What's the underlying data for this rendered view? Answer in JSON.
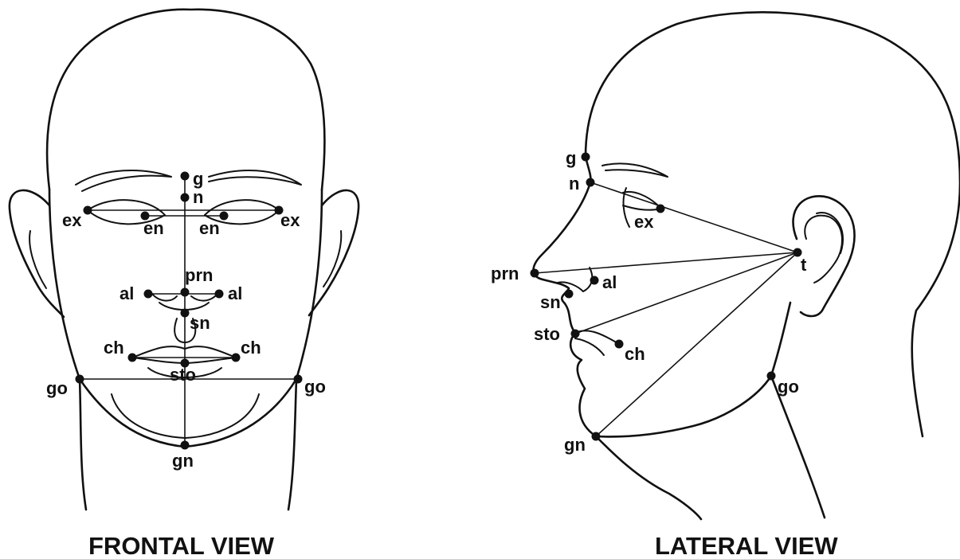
{
  "frontal": {
    "title": "FRONTAL VIEW",
    "landmarks": {
      "g": "g",
      "n": "n",
      "ex_r": "ex",
      "en_r": "en",
      "en_l": "en",
      "ex_l": "ex",
      "prn": "prn",
      "al_r": "al",
      "al_l": "al",
      "sn": "sn",
      "ch_r": "ch",
      "ch_l": "ch",
      "sto": "sto",
      "go_r": "go",
      "go_l": "go",
      "gn": "gn"
    }
  },
  "lateral": {
    "title": "LATERAL VIEW",
    "landmarks": {
      "g": "g",
      "n": "n",
      "ex": "ex",
      "t": "t",
      "prn": "prn",
      "al": "al",
      "sn": "sn",
      "sto": "sto",
      "ch": "ch",
      "go": "go",
      "gn": "gn"
    }
  }
}
